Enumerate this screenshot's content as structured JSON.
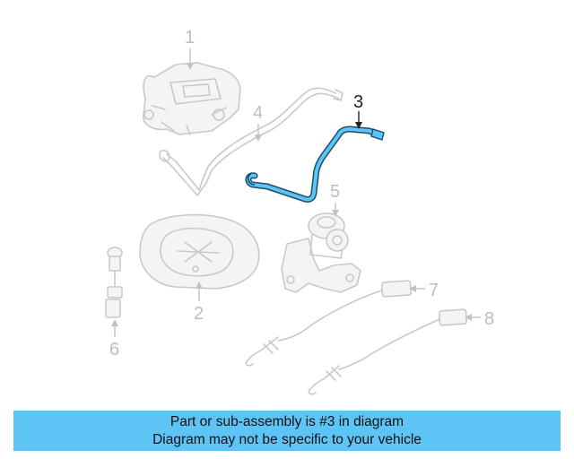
{
  "diagram": {
    "highlight_color": "#5ec4f5",
    "highlighted_part": "3",
    "callouts": [
      {
        "id": "1",
        "label": "1",
        "highlighted": false
      },
      {
        "id": "2",
        "label": "2",
        "highlighted": false
      },
      {
        "id": "3",
        "label": "3",
        "highlighted": true
      },
      {
        "id": "4",
        "label": "4",
        "highlighted": false
      },
      {
        "id": "5",
        "label": "5",
        "highlighted": false
      },
      {
        "id": "6",
        "label": "6",
        "highlighted": false
      },
      {
        "id": "7",
        "label": "7",
        "highlighted": false
      },
      {
        "id": "8",
        "label": "8",
        "highlighted": false
      }
    ]
  },
  "caption": {
    "line1": "Part or sub-assembly is #3 in diagram",
    "line2": "Diagram may not be specific to your vehicle",
    "background_color": "#5ec4f5"
  }
}
